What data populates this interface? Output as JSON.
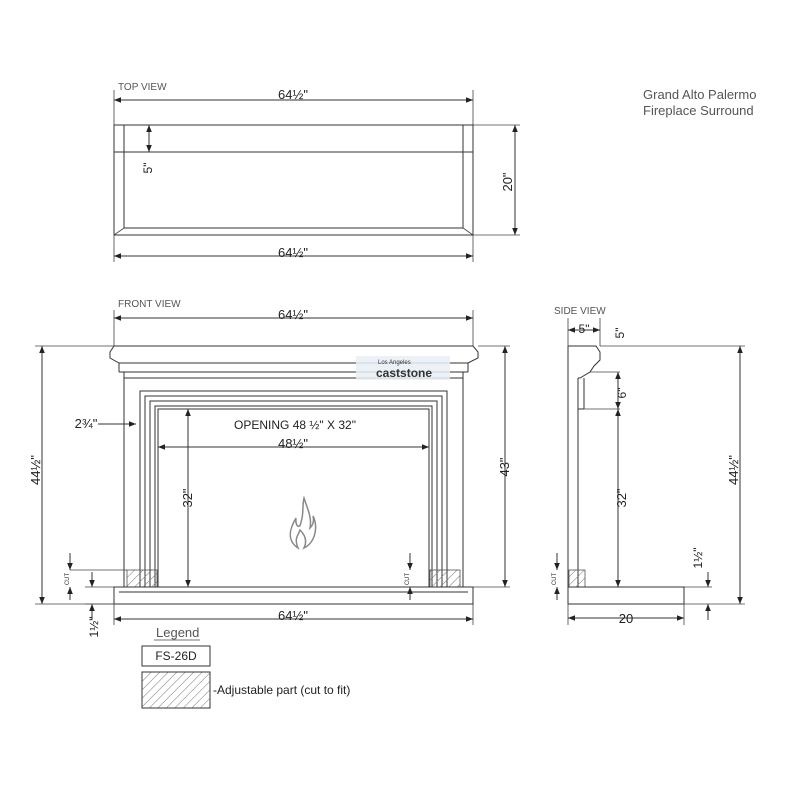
{
  "title": {
    "line1": "Grand Alto Palermo",
    "line2": "Fireplace Surround"
  },
  "views": {
    "top": "TOP VIEW",
    "front": "FRONT VIEW",
    "side": "SIDE VIEW"
  },
  "top_view": {
    "width_top": "64½\"",
    "width_bottom": "64½\"",
    "depth": "20\"",
    "inner_depth": "5\""
  },
  "front_view": {
    "width_top": "64½\"",
    "height_total": "44½\"",
    "height_mantel": "43\"",
    "leg_width": "2¾\"",
    "opening_label": "OPENING 48 ½\" X 32\"",
    "opening_width": "48½\"",
    "opening_height": "32\"",
    "hearth_width": "64½\"",
    "hearth_height": "1½\"",
    "cut_label": "CUT"
  },
  "side_view": {
    "top_left": "5\"",
    "top_right": "5\"",
    "shelf": "6\"",
    "opening_height": "32\"",
    "height_total": "44½\"",
    "hearth_height": "1½\"",
    "depth": "20",
    "cut_label": "CUT"
  },
  "logo": {
    "line1": "Los Angeles",
    "line2": "caststone"
  },
  "legend": {
    "title": "Legend",
    "code": "FS-26D",
    "hatch_text": "-Adjustable part (cut to fit)"
  }
}
